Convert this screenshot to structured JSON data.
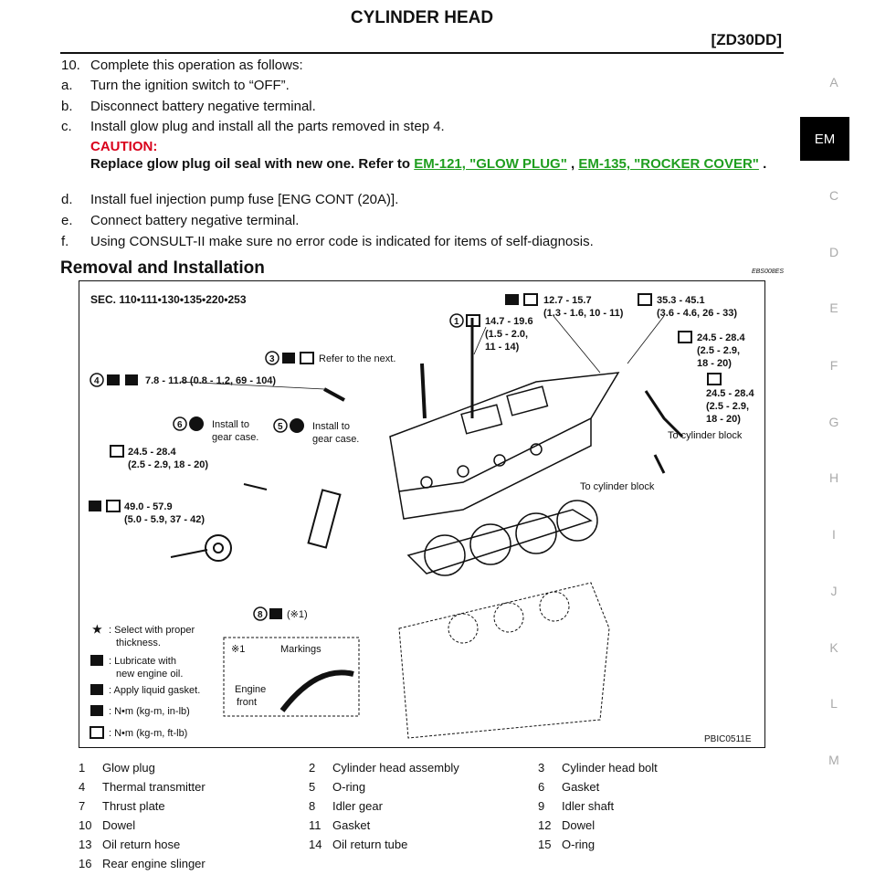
{
  "header": {
    "title": "CYLINDER HEAD",
    "code": "[ZD30DD]"
  },
  "steps": [
    {
      "n": "10.",
      "t": "Complete this operation as follows:"
    },
    {
      "n": "a.",
      "t": "Turn the ignition switch to “OFF”."
    },
    {
      "n": "b.",
      "t": "Disconnect battery negative terminal."
    },
    {
      "n": "c.",
      "t": "Install glow plug and install all the parts removed in step 4."
    }
  ],
  "caution": {
    "label": "CAUTION:",
    "text": "Replace glow plug oil seal with new one. Refer to",
    "link1": "EM-121, \"GLOW PLUG\"",
    "sep": ",",
    "link2": "EM-135, \"ROCKER COVER\"",
    "end": "."
  },
  "steps2": [
    {
      "n": "d.",
      "t": "Install fuel injection pump fuse [ENG CONT (20A)]."
    },
    {
      "n": "e.",
      "t": "Connect battery negative terminal."
    },
    {
      "n": "f.",
      "t": "Using CONSULT-II make sure no error code is indicated for items of self-diagnosis."
    }
  ],
  "section": {
    "title": "Removal and Installation",
    "ref": "EBS008ES"
  },
  "sidebar": [
    "A",
    "EM",
    "C",
    "D",
    "E",
    "F",
    "G",
    "H",
    "I",
    "J",
    "K",
    "L",
    "M"
  ],
  "diagram": {
    "sec": "SEC. 110•111•130•135•220•253",
    "figure_id": "PBIC0511E",
    "torques": {
      "t1": "12.7 - 15.7",
      "t1b": "(1.3 - 1.6, 10 - 11)",
      "t2": "35.3 - 45.1",
      "t2b": "(3.6 - 4.6, 26 - 33)",
      "t3": "14.7 - 19.6",
      "t3b": "(1.5 - 2.0,",
      "t3c": "11 - 14)",
      "t4": "24.5 - 28.4",
      "t4b": "(2.5 - 2.9,",
      "t4c": "18 - 20)",
      "t5": "24.5 - 28.4",
      "t5b": "(2.5 - 2.9,",
      "t5c": "18 - 20)",
      "t6": "7.8 - 11.8 (0.8 - 1.2, 69 - 104)",
      "t7": "24.5 - 28.4",
      "t7b": "(2.5 - 2.9, 18 - 20)",
      "t8": "49.0 - 57.9",
      "t8b": "(5.0 - 5.9, 37 - 42)"
    },
    "notes": {
      "refer": "Refer to the next.",
      "gear1": "Install to",
      "gear1b": "gear case.",
      "gear2": "Install to",
      "gear2b": "gear case.",
      "cyl1": "To cylinder block",
      "cyl2": "To cylinder block",
      "x1": "(※1)",
      "inset_title": "※1",
      "inset_mark": "Markings",
      "inset_front": "Engine",
      "inset_front2": "front"
    },
    "legend": {
      "l1": ": Select with proper",
      "l1b": "thickness.",
      "l2": ": Lubricate with",
      "l2b": "new engine oil.",
      "l3": ": Apply liquid gasket.",
      "l4": ": N•m (kg-m, in-lb)",
      "l5": ": N•m (kg-m, ft-lb)"
    }
  },
  "parts": [
    {
      "n": "1",
      "name": "Glow plug"
    },
    {
      "n": "2",
      "name": "Cylinder head assembly"
    },
    {
      "n": "3",
      "name": "Cylinder head bolt"
    },
    {
      "n": "4",
      "name": "Thermal transmitter"
    },
    {
      "n": "5",
      "name": "O-ring"
    },
    {
      "n": "6",
      "name": "Gasket"
    },
    {
      "n": "7",
      "name": "Thrust plate"
    },
    {
      "n": "8",
      "name": "Idler gear"
    },
    {
      "n": "9",
      "name": "Idler shaft"
    },
    {
      "n": "10",
      "name": "Dowel"
    },
    {
      "n": "11",
      "name": "Gasket"
    },
    {
      "n": "12",
      "name": "Dowel"
    },
    {
      "n": "13",
      "name": "Oil return hose"
    },
    {
      "n": "14",
      "name": "Oil return tube"
    },
    {
      "n": "15",
      "name": "O-ring"
    },
    {
      "n": "16",
      "name": "Rear engine slinger"
    }
  ]
}
